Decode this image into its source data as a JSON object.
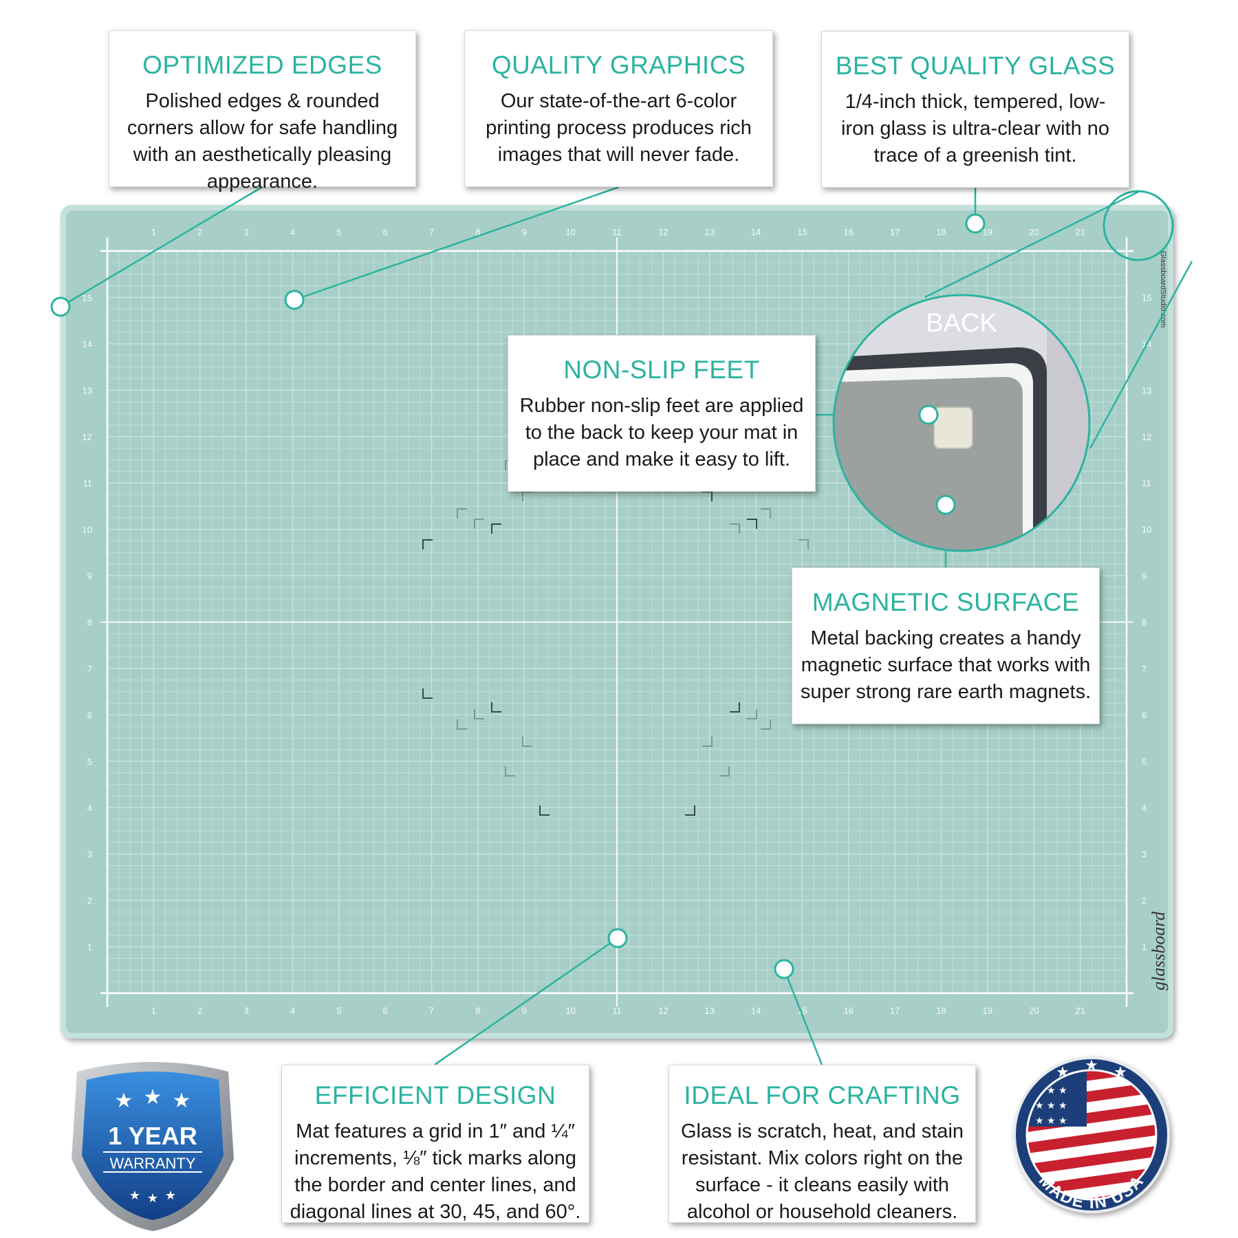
{
  "colors": {
    "accent": "#2bb3a0",
    "mat": "#a7cfc7",
    "mat_edge": "#c4e1db",
    "grid_line": "#d8ecea",
    "shield_blue": "#1f5aa6",
    "badge_navy": "#1c3f7a",
    "flag_red": "#c8202f"
  },
  "cards": {
    "optimized_edges": {
      "title": "OPTIMIZED EDGES",
      "body": "Polished edges & rounded corners allow for safe handling with an aesthetically pleasing appearance."
    },
    "quality_graphics": {
      "title": "QUALITY GRAPHICS",
      "body": "Our state-of-the-art 6-color printing process produces rich images that will never fade."
    },
    "best_quality_glass": {
      "title": "BEST QUALITY GLASS",
      "body": "1/4-inch thick, tempered, low-iron glass is ultra-clear with no trace of a greenish tint."
    },
    "non_slip_feet": {
      "title": "NON-SLIP FEET",
      "body": "Rubber non-slip feet are applied to the back to keep your mat in place and make it easy to lift."
    },
    "magnetic_surface": {
      "title": "MAGNETIC SURFACE",
      "body": "Metal backing creates a handy magnetic surface that works with super strong rare earth magnets."
    },
    "efficient_design": {
      "title": "EFFICIENT DESIGN",
      "body": "Mat features a grid in 1″ and ¼″ increments, ⅛″ tick marks along the border and center lines, and diagonal lines at 30, 45, and 60°."
    },
    "ideal_for_crafting": {
      "title": "IDEAL FOR CRAFTING",
      "body": "Glass is scratch, heat, and stain resistant. Mix colors right on the surface - it cleans easily with alcohol or household cleaners."
    }
  },
  "mat": {
    "x_ticks": [
      "1",
      "2",
      "3",
      "4",
      "5",
      "6",
      "7",
      "8",
      "9",
      "10",
      "11",
      "12",
      "13",
      "14",
      "15",
      "16",
      "17",
      "18",
      "19",
      "20",
      "21"
    ],
    "y_ticks": [
      "15",
      "14",
      "13",
      "12",
      "11",
      "10",
      "9",
      "8",
      "7",
      "6",
      "5",
      "4",
      "3",
      "2",
      "1"
    ],
    "side_url": "GlassboardStudio.com",
    "logo": "glassboard"
  },
  "inset": {
    "label": "BACK"
  },
  "warranty": {
    "line1": "1 YEAR",
    "line2": "WARRANTY"
  },
  "usa_badge": {
    "text": "MADE IN USA"
  }
}
